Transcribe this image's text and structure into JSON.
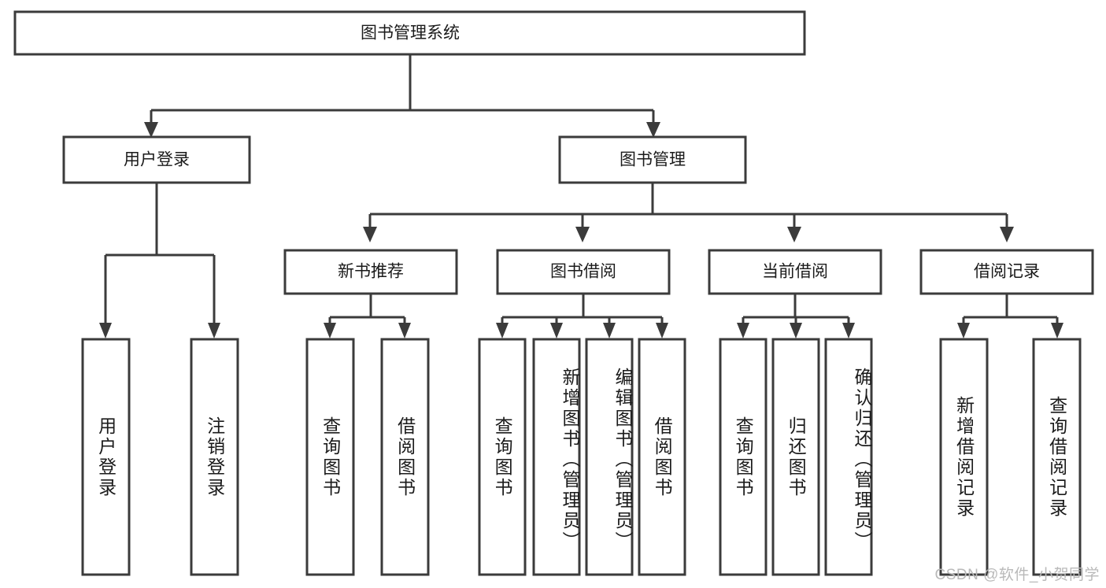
{
  "diagram": {
    "title": "图书管理系统",
    "watermark": "CSDN @软件_小贺同学",
    "colors": {
      "stroke": "#3b3b3b",
      "fill": "#ffffff",
      "text": "#1b1b1b",
      "watermark": "#b9b9b9"
    },
    "root": {
      "label": "图书管理系统"
    },
    "level2": [
      {
        "label": "用户登录"
      },
      {
        "label": "图书管理"
      }
    ],
    "level3": [
      {
        "label": "新书推荐"
      },
      {
        "label": "图书借阅"
      },
      {
        "label": "当前借阅"
      },
      {
        "label": "借阅记录"
      }
    ],
    "leaves": {
      "user_login": [
        {
          "label": "用户登录"
        },
        {
          "label": "注销登录"
        }
      ],
      "new_book_recommend": [
        {
          "label": "查询图书"
        },
        {
          "label": "借阅图书"
        }
      ],
      "book_borrow": [
        {
          "label": "查询图书"
        },
        {
          "label": "新增图书（管理员）"
        },
        {
          "label": "编辑图书（管理员）"
        },
        {
          "label": "借阅图书"
        }
      ],
      "current_borrow": [
        {
          "label": "查询图书"
        },
        {
          "label": "归还图书"
        },
        {
          "label": "确认归还（管理员）"
        }
      ],
      "borrow_record": [
        {
          "label": "新增借阅记录"
        },
        {
          "label": "查询借阅记录"
        }
      ]
    }
  }
}
